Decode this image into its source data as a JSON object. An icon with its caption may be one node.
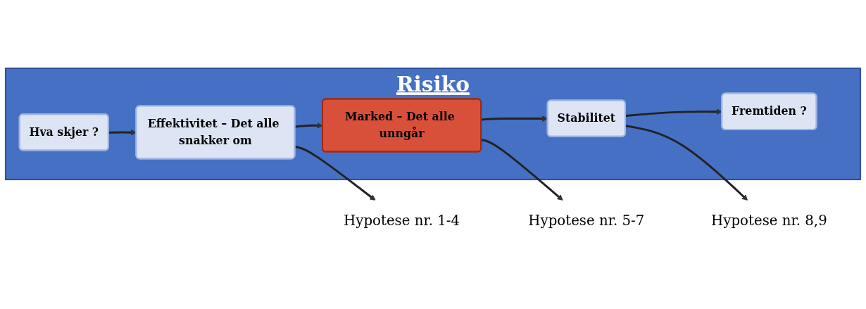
{
  "diagram": {
    "nodes": [
      {
        "text": [
          "Risiko"
        ]
      },
      {
        "text": [
          "Hva skjer ?"
        ],
        "in": 0
      },
      {
        "text": [
          "Effektivitet – Det alle snakker om"
        ],
        "in": 0
      },
      {
        "text": [
          "Marked – Det alle unngår"
        ],
        "in": 0
      },
      {
        "text": [
          "Stabilitet"
        ],
        "in": 0
      },
      {
        "text": [
          "Fremtiden ?"
        ],
        "in": 0
      },
      {
        "text": [
          "Hypotese nr. 1-4"
        ]
      },
      {
        "text": [
          "Hypotese nr. 5-7"
        ]
      },
      {
        "text": [
          "Hypotese nr. 8,9"
        ]
      }
    ],
    "edges": [
      {
        "from": 1,
        "to": 2,
        "arrow": "to"
      },
      {
        "from": 2,
        "to": 3,
        "arrow": "to"
      },
      {
        "from": 3,
        "to": 4,
        "arrow": "to"
      },
      {
        "from": 4,
        "to": 5,
        "arrow": "to"
      },
      {
        "from": 2,
        "to": 6,
        "arrow": "to"
      },
      {
        "from": 3,
        "to": 7,
        "arrow": "to"
      },
      {
        "from": 4,
        "to": 8,
        "arrow": "to"
      }
    ]
  }
}
